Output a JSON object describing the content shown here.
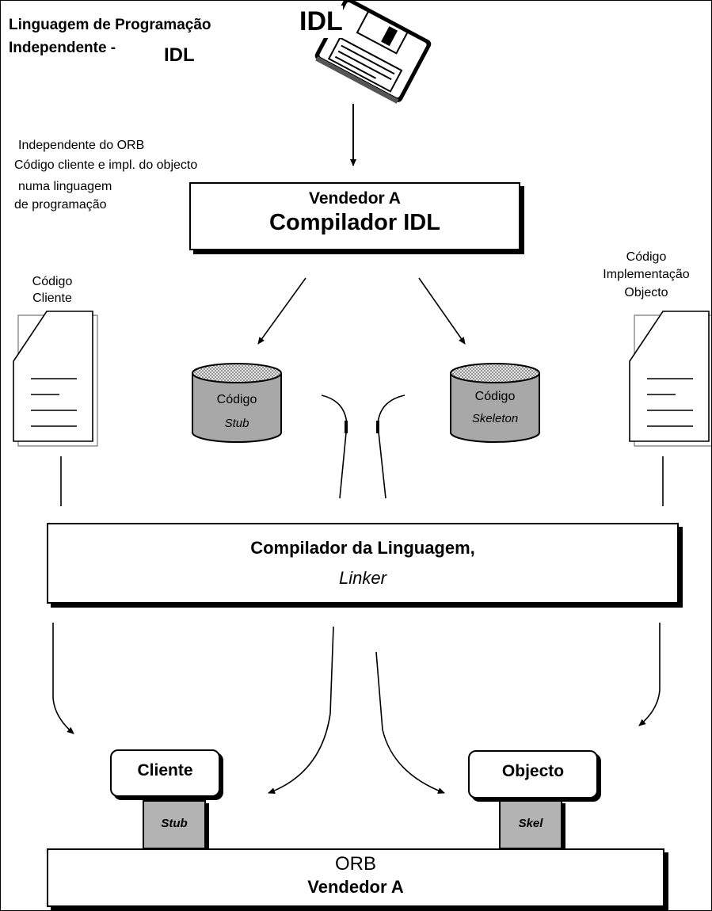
{
  "header": {
    "title_line1": "Linguagem de Programação",
    "title_line2": "Independente -",
    "title_idl": "IDL",
    "floppy_label": "IDL"
  },
  "notes": {
    "left_line1": "Independente do ORB",
    "left_line2": "Código cliente e impl. do objecto",
    "left_line3": "numa linguagem",
    "left_line4": "de programação"
  },
  "idl_compiler": {
    "vendor": "Vendedor A",
    "name": "Compilador IDL"
  },
  "client_code": {
    "line1": "Código",
    "line2": "Cliente"
  },
  "impl_code": {
    "line1": "Código",
    "line2": "Implementação",
    "line3": "Objecto"
  },
  "stub_db": {
    "line1": "Código",
    "line2": "Stub"
  },
  "skeleton_db": {
    "line1": "Código",
    "line2": "Skeleton"
  },
  "language_compiler": {
    "line1": "Compilador da Linguagem,",
    "line2": "Linker"
  },
  "client": {
    "label": "Cliente",
    "stub": "Stub"
  },
  "object": {
    "label": "Objecto",
    "skel": "Skel"
  },
  "orb": {
    "line1": "ORB",
    "line2": "Vendedor A"
  }
}
